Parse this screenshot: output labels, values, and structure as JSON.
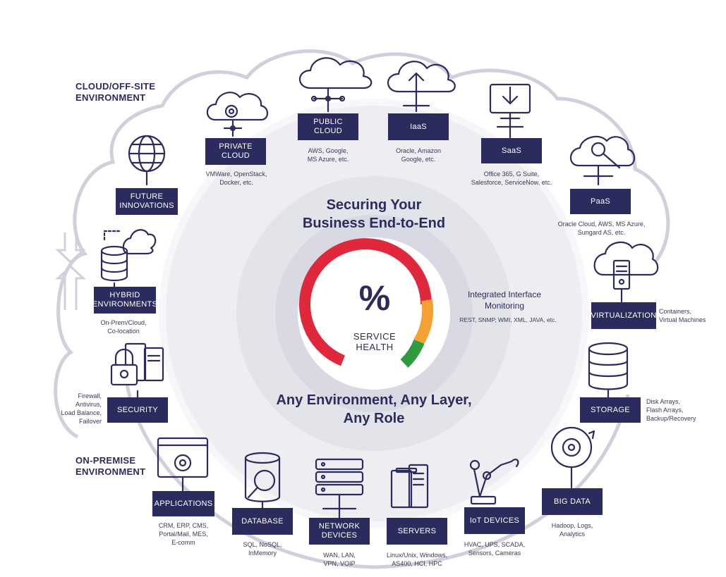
{
  "environments": {
    "cloud": "CLOUD/OFF-SITE\nENVIRONMENT",
    "onprem": "ON-PREMISE\nENVIRONMENT"
  },
  "center": {
    "headline_top": "Securing Your\nBusiness End-to-End",
    "headline_bottom": "Any Environment, Any Layer,\nAny Role",
    "percent_symbol": "%",
    "gauge_label": "SERVICE\nHEALTH",
    "monitoring_title": "Integrated Interface\nMonitoring",
    "monitoring_protocols": "REST, SNMP, WMI, XML, JAVA, etc."
  },
  "gauge_colors": {
    "red": "#e0283c",
    "orange": "#f5a033",
    "green": "#2e9b3e"
  },
  "colors": {
    "navy": "#2b2b5e",
    "ring_light": "#ececf2",
    "ring_mid": "#dcdce6"
  },
  "categories": {
    "private_cloud": {
      "label": "PRIVATE\nCLOUD",
      "desc": "VMWare, OpenStack,\nDocker, etc.",
      "icon": "cloud-gear-icon"
    },
    "public_cloud": {
      "label": "PUBLIC\nCLOUD",
      "desc": "AWS, Google,\nMS Azure, etc.",
      "icon": "cloud-network-icon"
    },
    "iaas": {
      "label": "IaaS",
      "desc": "Oracle, Amazon\nGoogle, etc.",
      "icon": "cloud-upload-icon"
    },
    "saas": {
      "label": "SaaS",
      "desc": "Office 365, G Suite,\nSalesforce, ServiceNow, etc.",
      "icon": "monitor-download-icon"
    },
    "paas": {
      "label": "PaaS",
      "desc": "Oracle Cloud, AWS, MS Azure,\nSungard AS, etc.",
      "icon": "cloud-tools-icon"
    },
    "future": {
      "label": "FUTURE\nINNOVATIONS",
      "desc": "",
      "icon": "globe-icon"
    },
    "hybrid": {
      "label": "HYBRID\nENVIRONMENTS",
      "desc": "On-Prem/Cloud,\nCo-location",
      "icon": "database-cloud-icon"
    },
    "virtualization": {
      "label": "VIRTUALIZATION",
      "desc": "Containers,\nVirtual Machines",
      "icon": "cloud-server-icon"
    },
    "security": {
      "label": "SECURITY",
      "desc": "Firewall,\nAntivirus,\nLoad Balance,\nFailover",
      "icon": "lock-server-icon"
    },
    "storage": {
      "label": "STORAGE",
      "desc": "Disk Arrays,\nFlash Arrays,\nBackup/Recovery",
      "icon": "disk-stack-icon"
    },
    "applications": {
      "label": "APPLICATIONS",
      "desc": "CRM, ERP, CMS,\nPortal/Mail, MES,\nE-comm",
      "icon": "browser-gear-icon"
    },
    "database": {
      "label": "DATABASE",
      "desc": "SQL, NoSQL,\nInMemory",
      "icon": "database-search-icon"
    },
    "network_devices": {
      "label": "NETWORK\nDEVICES",
      "desc": "WAN, LAN,\nVPN, VOIP",
      "icon": "server-rack-icon"
    },
    "servers": {
      "label": "SERVERS",
      "desc": "Linux/Unix, Windows,\nAS400, HCI, HPC",
      "icon": "servers-icon"
    },
    "iot": {
      "label": "IoT DEVICES",
      "desc": "HVAC, UPS, SCADA,\nSensors, Cameras",
      "icon": "robot-arm-icon"
    },
    "big_data": {
      "label": "BIG DATA",
      "desc": "Hadoop, Logs,\nAnalytics",
      "icon": "gear-refresh-icon"
    }
  }
}
